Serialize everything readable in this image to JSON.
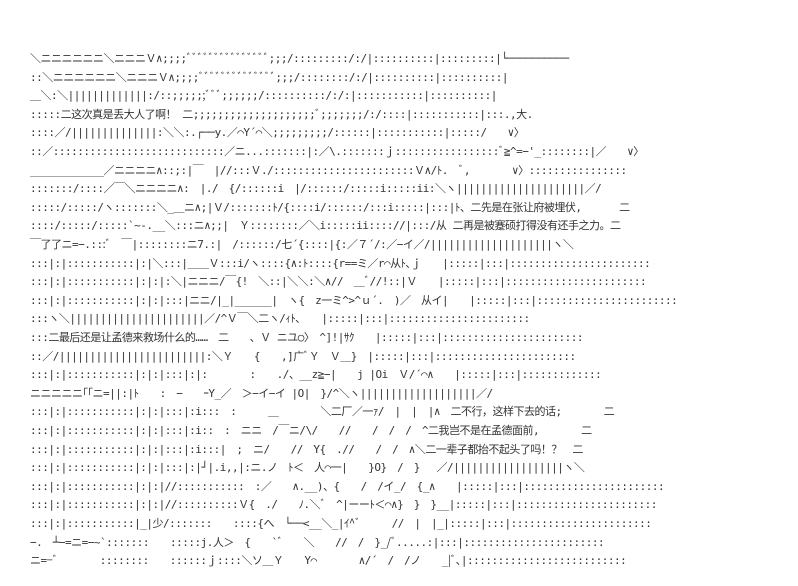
{
  "art_lines": [
    "＼ニニニニニニ＼ニニニＶ∧;;;;ﾞﾞﾞﾞﾞﾞﾞﾞﾞﾞﾞﾞﾞﾞﾞ;;;/:::::::::/:/|::::::::::|:::::::::|└──────────",
    "::＼ニニニニニニ＼ニニニＶ∧;;;;ﾞﾞﾞﾞﾞﾞﾞﾞﾞﾞﾞﾞﾞﾞ;;;/::::::::/:/|::::::::::|::::::::::|",
    "＿＼:＼|||||||||||||:/::;;;;;;ﾞﾞﾞ;;;;;;/::::::::::/:/:|:::::::::::|::::::::::|",
    ":::::二这次真是丢大人了啊！ 二;;;;;;;;;;;;;;;;;;;;ﾞ;;;;;;;/:/::::|:::::::::::|:::.,大.",
    "::::／/||||||||||||||:＼＼:.┌──y.／⌒Y´⌒＼;;;;;;;;;/::::::|:::::::::::|:::::/　　∨〉",
    "::／::::::::::::::::::::::::::::／ニ...:::::::|:／\\.:::::::ｊ:::::::::::::::::ﾞ≧^=−'_::::::::|／　　∨〉",
    "____________／ニニニニ∧::;:|￣　|//:::Ｖ./:::::::::::::::::::::::Ｖ∧/ﾄ.　ﾞ,　　　　∨〉::::::::::::::::",
    ":::::::/::::／￣＼ニニニニ∧:　|./　{/::::::i　|/::::::/:::::i:::::ii:＼ヽ|||||||||||||||||||||／/",
    ":::::/:::::/ヽ:::::::＼_＿ニ∧;|Ｖ/:::::::ﾄ/{::::i/::::::/:::i:::::|:::|ﾄ、二先是在张让府被埋伏,　　　 二",
    "::::/:::::/:::::`~-.__＼:::ニ∧;;|　Ｙ::::::::／＼i:::::ii:::://|:::/从 二再是被蹇硕打得没有还手之力。二",
    "￣了了ニ=−.:::ﾞ　￣|::::::::ニ7.:|　/::::::/七´{::::|{:／７´/:／−イ／/||||||||||||||||||||ヽ＼",
    ":::|:|:::::::::::|:|＼:::|＿＿Ｖ:::i/ヽ::::{∧:ﾄ::::{r==ミ／r⌒从ﾄ､ｊ　　|:::::|:::|:::::::::::::::::::::::",
    ":::|:|:::::::::::|:|:|:＼|ニニニ/￣{!　＼::|＼＼:＼∧//　＿ﾞ//!::|Ｖ　　|:::::|:::|:::::::::::::::::::::::",
    ":::|:|:::::::::::|:|:|:::|ニニ/|_|______|　ヽ{　z一ミ^>^ｕ´.　)／　从イ|　　|:::::|:::|:::::::::::::::::::::::",
    ":::ヽ＼||||||||||||||||||||||／/^Ｖ￣＼二ヽ/ｨﾄ､　　|:::::|:::|:::::::::::::::::::::::",
    ":::二最后还是让孟德来救场什么的……　二　　、Ｖ ニユ○〉　^]!|ｻｸ　　|:::::|:::|:::::::::::::::::::::::",
    "::／/||||||||||||||||||||||||:＼Ｙ　　{　　,]广ﾞＹ　Ｖ＿}　|:::::|:::|:::::::::::::::::::::::",
    ":::|:|:::::::::::|:|:|:::|:|:　　　　:　　./、__z≧−|　　j |Oi　Ｖ/´⌒∧　　|:::::|:::|:::::::::::::",
    "ニニニニニ｢｢ニ=||:|ﾄ　　:　−　　ｰY_／　＞−イ−イ |O|　}/^＼ヽ|||||||||||||||||||／/",
    ":::|:|:::::::::::|:|:|:::|:i:::　:　　　＿　　　　＼二厂／一ｧ/　|　|　|∧　二不行，这样下去的话;　　　　二",
    ":::|:|:::::::::::|:|:|:::|:i::　:　ニニ　/￣ニ/\\/　　//　　/　/　/　^二我岂不是在孟德面前,　　　　二",
    ":::|:|:::::::::::|:|:|:::|:i:::|　;　ニ/　　//　Y{　.//　　/　/　∧＼二一辈子都抬不起头了吗！？　二",
    ":::|:|:::::::::::|:|:|:::|:|┘|.i,,|:ニ.ノ　ﾄ＜　人⌒一|　　}O}　/　}　 ／/||||||||||||||||||ヽ＼",
    ":::|:|:::::::::::|:|:|//:::::::::::　:／　　∧.__)、{　　/　/イ_/　{_∧　　|:::::|:::|:::::::::::::::::::::::",
    ":::|:|:::::::::::|:|:|//::::::::::Ｖ{　./　　ﾉ.＼ﾞ　^|ーーﾄ＜⌒∧}　}　}__|:::::|:::|:::::::::::::::::::::::",
    ":::|:|:::::::::::|_|少/:::::::　　::::{へ　└──<__＼_|ｲ^ﾞ　　　//　|　|_|:::::|:::|:::::::::::::::::::::::",
    "−.　┴−=ニ=−~`:::::::　　:::::j.人＞　{　　`ﾞ　　＼　　//　/　}_/ﾞ.....:|:::|:::::::::::::::::::::::",
    "ニ=−ﾞ　　　　::::::::　　::::::ｊ::::＼ソ＿Ｙ　　Y⌒　　　　∧/´　/　/ノ　　_|ﾞ､|::::::::::::::::::::::::::"
  ]
}
